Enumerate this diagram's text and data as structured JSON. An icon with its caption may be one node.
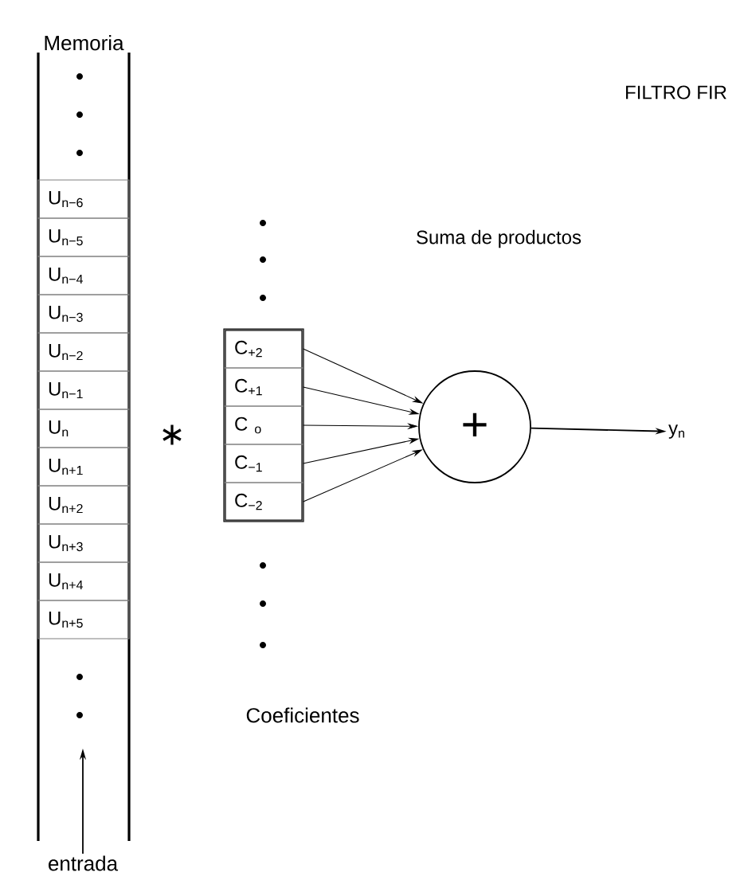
{
  "diagram": {
    "title": "FILTRO FIR",
    "nodes": [
      {
        "text": [
          "Memoria"
        ]
      },
      {
        "text": [
          "U$_{n−6}$"
        ],
        "in": 0
      },
      {
        "text": [
          "U$_{n−5}$"
        ],
        "in": 0
      },
      {
        "text": [
          "U$_{n−4}$"
        ],
        "in": 0
      },
      {
        "text": [
          "U$_{n−3}$"
        ],
        "in": 0
      },
      {
        "text": [
          "U$_{n−2}$"
        ],
        "in": 0
      },
      {
        "text": [
          "U$_{n−1}$"
        ],
        "in": 0
      },
      {
        "text": [
          "U$_{n}$"
        ],
        "in": 0
      },
      {
        "text": [
          "U$_{n+1}$"
        ],
        "in": 0
      },
      {
        "text": [
          "U$_{n+2}$"
        ],
        "in": 0
      },
      {
        "text": [
          "U$_{n+3}$"
        ],
        "in": 0
      },
      {
        "text": [
          "U$_{n+4}$"
        ],
        "in": 0
      },
      {
        "text": [
          "U$_{n+5}$"
        ],
        "in": 0
      },
      {
        "text": [],
        "shape": "box"
      },
      {
        "text": [
          "C$_{+2}$"
        ],
        "in": 13
      },
      {
        "text": [
          "C$_{+1}$"
        ],
        "in": 13
      },
      {
        "text": [
          "C $_{o}$"
        ],
        "in": 13
      },
      {
        "text": [
          "C$_{−1}$"
        ],
        "in": 13
      },
      {
        "text": [
          "C$_{−2}$"
        ],
        "in": 13
      },
      {
        "text": [
          "+"
        ]
      },
      {
        "text": [
          "y$_{n}$"
        ]
      },
      {
        "text": [
          "entrada"
        ]
      }
    ],
    "edges": [
      {
        "from": 14,
        "to": 19,
        "arrow": "to"
      },
      {
        "from": 15,
        "to": 19,
        "arrow": "to"
      },
      {
        "from": 16,
        "to": 19,
        "arrow": "to"
      },
      {
        "from": 17,
        "to": 19,
        "arrow": "to"
      },
      {
        "from": 18,
        "to": 19,
        "arrow": "to"
      },
      {
        "from": 19,
        "to": 20,
        "arrow": "to"
      },
      {
        "from": 21,
        "to": null,
        "arrow": "to"
      }
    ],
    "labels": [
      "Suma de productos",
      "∗",
      "Coeficientes"
    ]
  }
}
